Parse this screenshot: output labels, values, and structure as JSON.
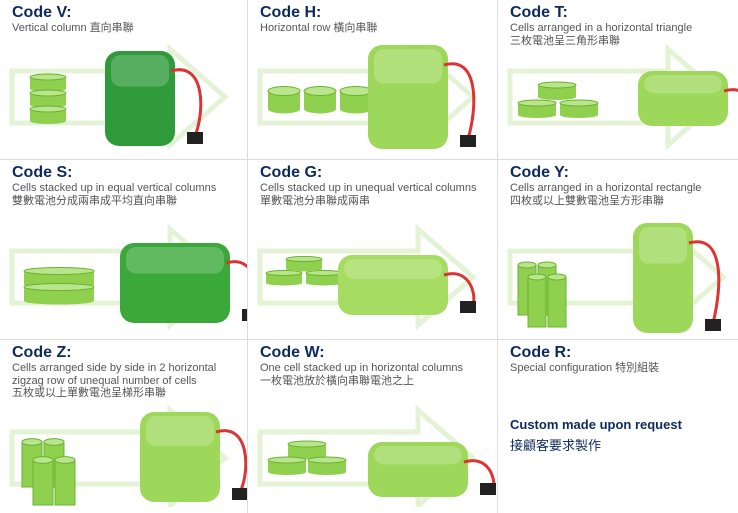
{
  "codes": [
    {
      "title": "Code V:",
      "lines": [
        "Vertical column 直向串聯"
      ]
    },
    {
      "title": "Code H:",
      "lines": [
        "Horizontal row 橫向串聯"
      ]
    },
    {
      "title": "Code T:",
      "lines": [
        "Cells arranged in a horizontal triangle",
        "三枚電池呈三角形串聯"
      ]
    },
    {
      "title": "Code S:",
      "lines": [
        "Cells stacked up in equal vertical columns",
        "雙數電池分成兩串成平均直向串聯"
      ]
    },
    {
      "title": "Code G:",
      "lines": [
        "Cells stacked up in unequal vertical columns",
        "單數電池分串聯成兩串"
      ]
    },
    {
      "title": "Code Y:",
      "lines": [
        "Cells arranged in a horizontal rectangle",
        "四枚或以上雙數電池呈方形串聯"
      ]
    },
    {
      "title": "Code Z:",
      "lines": [
        "Cells arranged side by side in 2 horizontal",
        "zigzag row of unequal number of cells",
        "五枚或以上單數電池呈梯形串聯"
      ]
    },
    {
      "title": "Code W:",
      "lines": [
        "One cell stacked up in horizontal columns",
        "一枚電池放於橫向串聯電池之上"
      ]
    },
    {
      "title": "Code R:",
      "lines": [
        "Special configuration 特別組裝"
      ]
    }
  ],
  "custom": {
    "en": "Custom made upon request",
    "zh": "接顧客要求製作"
  },
  "colors": {
    "title": "#0d2a5c",
    "cell": "#8fd14f",
    "pack": "#3aa83a",
    "arrow": "#e4f3d6"
  }
}
